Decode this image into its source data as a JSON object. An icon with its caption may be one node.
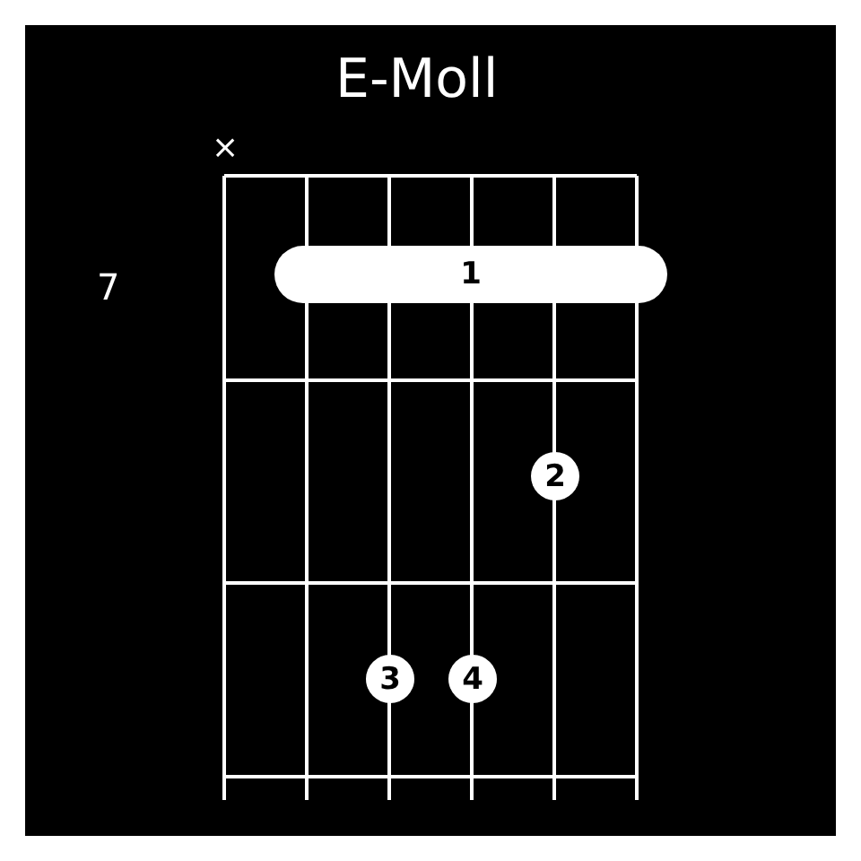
{
  "diagram": {
    "title": "E-Moll",
    "nodes": [
      {
        "text": [
          "1"
        ]
      },
      {
        "text": [
          "2"
        ]
      },
      {
        "text": [
          "3"
        ]
      },
      {
        "text": [
          "4"
        ]
      }
    ],
    "labels": [
      "×",
      "7"
    ]
  }
}
